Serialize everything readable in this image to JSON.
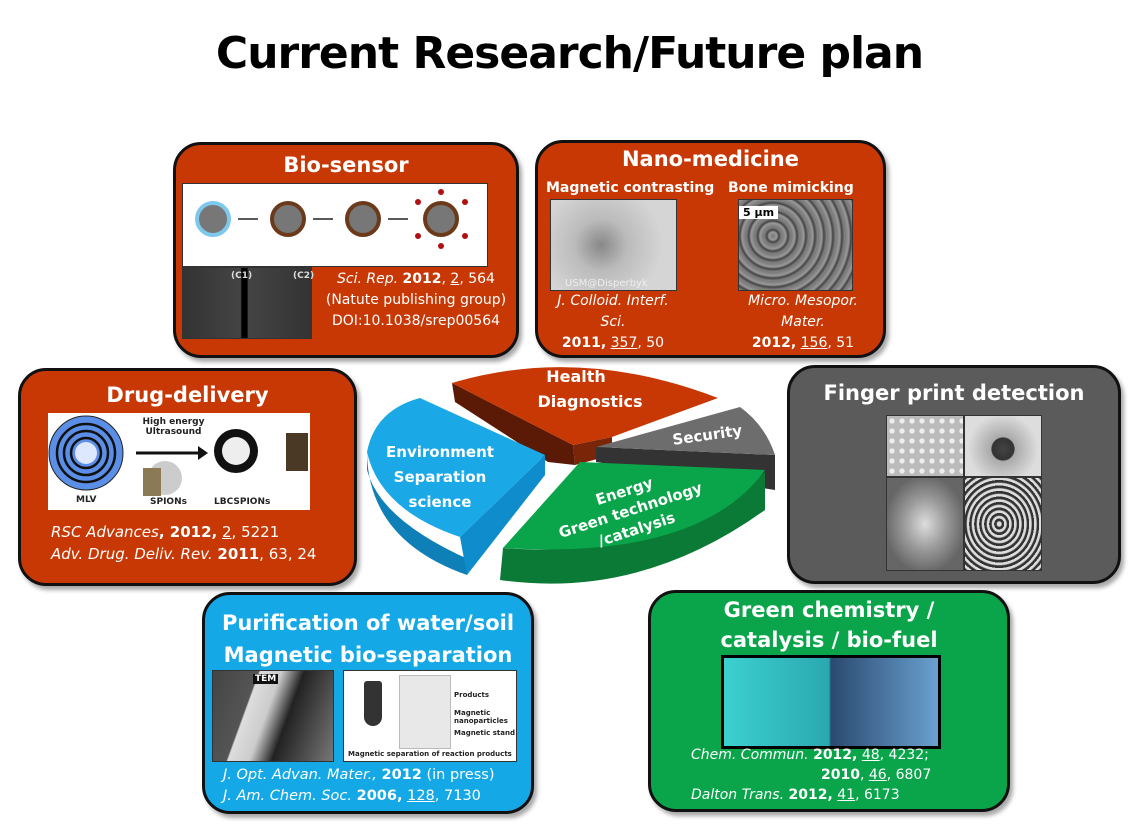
{
  "title": "Current Research/Future plan",
  "biosensor": {
    "heading": "Bio-sensor",
    "cite": {
      "journal": "Sci. Rep.",
      "year": "2012",
      "vol": "2",
      "page": ", 564",
      "line2": "(Natute publishing group)",
      "line3": "DOI:10.1038/srep00564"
    },
    "img_labels": {
      "c1": "(C1)",
      "c2": "(C2)"
    }
  },
  "nanomedicine": {
    "heading": "Nano-medicine",
    "left": {
      "label": "Magnetic contrasting",
      "watermark": "USM@Disperbyk",
      "journal1": "J. Colloid. Interf.",
      "journal2": "Sci.",
      "year": "2011,",
      "vol": "357",
      "page": ", 50"
    },
    "right": {
      "label": "Bone mimicking",
      "scale": "5 µm",
      "journal1": "Micro. Mesopor.",
      "journal2": "Mater.",
      "year": "2012,",
      "vol": "156",
      "page": ", 51"
    }
  },
  "drug": {
    "heading": "Drug-delivery",
    "img_labels": {
      "arrow": "High energy Ultrasound",
      "mlv": "MLV",
      "spions": "SPIONs",
      "lbc": "LBCSPIONs"
    },
    "cite1": {
      "journal": "RSC Advances",
      "year": ", 2012,",
      "vol": "2",
      "page": ", 5221"
    },
    "cite2": {
      "journal": "Adv. Drug. Deliv. Rev.",
      "year": "2011",
      "page": ", 63, 24"
    }
  },
  "fingerprint": {
    "heading": "Finger print detection"
  },
  "purification": {
    "heading1": "Purification of water/soil",
    "heading2": "Magnetic bio-separation",
    "img_labels": {
      "tem": "TEM",
      "products": "Products",
      "np": "Magnetic nanoparticles",
      "stand": "Magnetic stand",
      "caption": "Magnetic separation of reaction products"
    },
    "cite1": {
      "journal": "J. Opt. Advan. Mater.,",
      "year": "2012",
      "rest": "(in press)"
    },
    "cite2": {
      "journal": "J. Am. Chem. Soc.",
      "year": "2006,",
      "vol": "128",
      "page": ", 7130"
    }
  },
  "green": {
    "heading1": "Green chemistry /",
    "heading2": "catalysis  / bio-fuel",
    "cite1": {
      "journal": "Chem. Commun.",
      "year": "2012,",
      "vol": "48",
      "page": ", 4232;"
    },
    "cite2": {
      "year": "2010",
      "vol": "46",
      "page": ", 6807"
    },
    "cite3": {
      "journal": "Dalton Trans.",
      "year": "2012,",
      "vol": "41",
      "page": ", 6173"
    }
  },
  "pie": {
    "health": [
      "Health",
      "Diagnostics"
    ],
    "environment": [
      "Environment",
      "Separation",
      "science"
    ],
    "security": "Security",
    "energy": [
      "Energy",
      "Green technology",
      "/catalysis"
    ]
  },
  "colors": {
    "red": "#c83805",
    "blue": "#15a8e6",
    "green": "#0aa54a",
    "gray": "#5b5b5b"
  }
}
